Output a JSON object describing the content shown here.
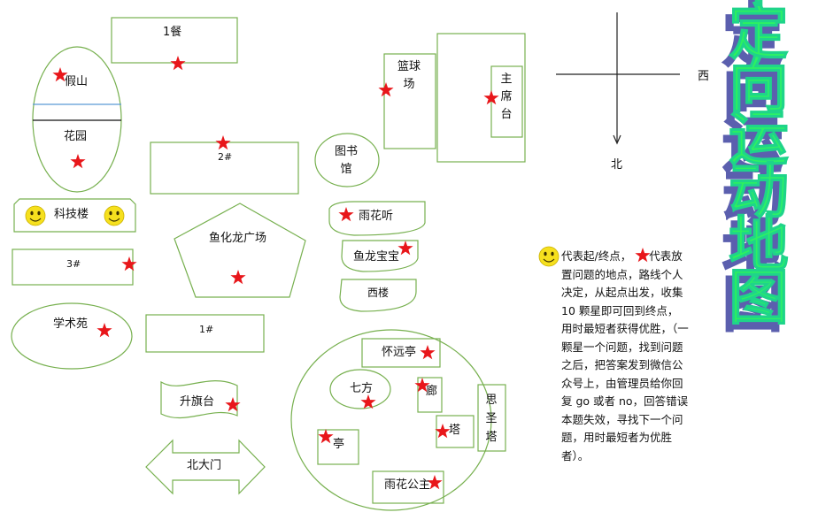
{
  "places": {
    "jiashan": "假山",
    "huayuan": "花园",
    "canteen1": "1餐",
    "dorm2": "2#",
    "keji": "科技楼",
    "dorm3": "3#",
    "xueshuyuan": "学术苑",
    "dorm1": "1#",
    "square": "鱼化龙广场",
    "shengqitai": "升旗台",
    "beidamen": "北大门",
    "basketball": "篮球场",
    "zhuxitai": "主席台",
    "library": "图书馆",
    "yuhuating": "雨花听",
    "yulongbaobao": "鱼龙宝宝",
    "xilou": "西楼",
    "huaiyuanting": "怀远亭",
    "qifang": "七方",
    "lang": "廊",
    "sishengta": "思圣塔",
    "ta": "塔",
    "ting": "亭",
    "yuhuagongzhu": "雨花公主"
  },
  "compass": {
    "west": "西",
    "north": "北"
  },
  "legend": {
    "part1": "代表起/终点，",
    "part2": "代表放置问题的地点，路线个人决定，从起点出发，收集 10 颗星即可回到终点，用时最短者获得优胜，（一颗星一个问题，找到问题之后，把答案发到微信公众号上，由管理员给你回复 go 或者 no，回答错误本题失效，寻找下一个问题，用时最短者为优胜者）。"
  },
  "title": "不定向运动地图",
  "colors": {
    "outline": "#77b04f",
    "star": "#e8161a",
    "smiley": "#f6e01e",
    "title_top": "#2cf25a",
    "title_bottom": "#2ec3f2",
    "title_shadow": "#5b5fae"
  }
}
